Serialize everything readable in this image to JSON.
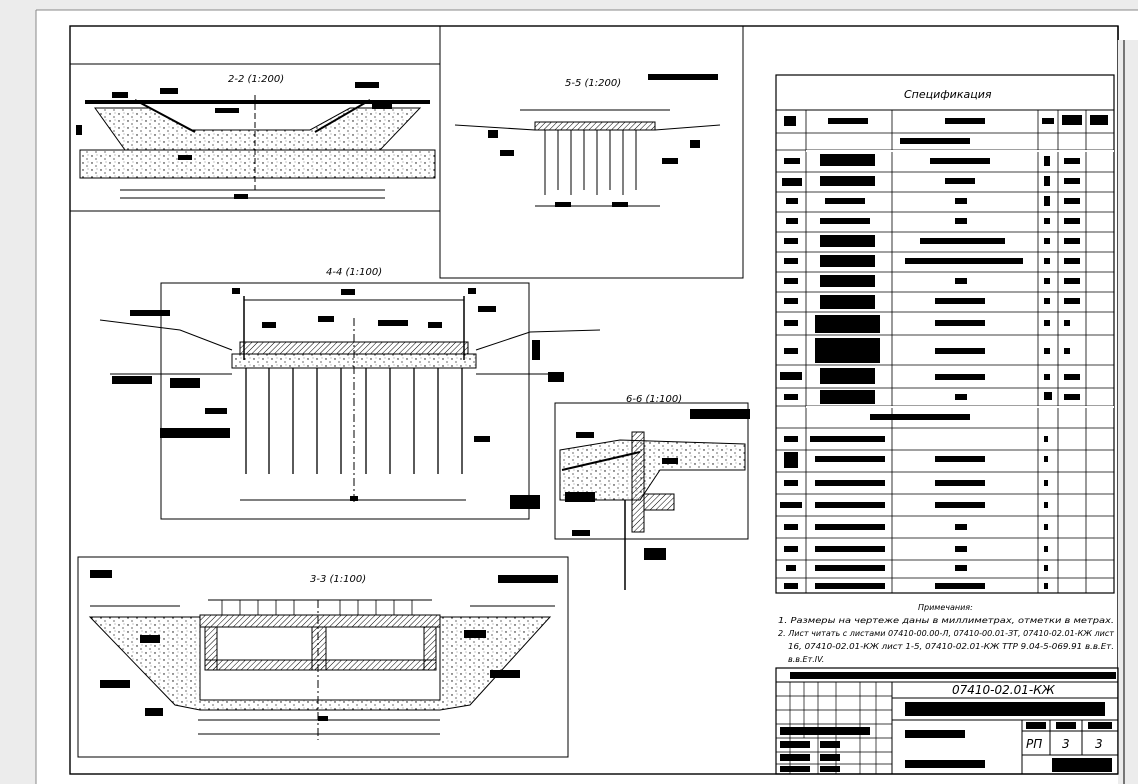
{
  "sections": {
    "s22": "2-2 (1:200)",
    "s55": "5-5 (1:200)",
    "s44": "4-4 (1:100)",
    "s66": "6-6 (1:100)",
    "s33": "3-3 (1:100)"
  },
  "spec": {
    "title": "Спецификация"
  },
  "notes": {
    "header": "Примечания:",
    "line1": "1. Размеры на чертеже даны в миллиметрах, отметки в метрах.",
    "line2": "2. Лист читать с листами 07410-00.00-Л, 07410-00.01-ЗТ, 07410-02.01-КЖ лист",
    "line3": "16, 07410-02.01-КЖ лист 1-5, 07410-02.01-КЖ ТТР 9.04-5-069.91 в.в.Ет.",
    "line4": "в.в.Ет.IV."
  },
  "stamp": {
    "code": "07410-02.01-КЖ",
    "stage": "РП",
    "sheet": "3",
    "sheets": "3"
  },
  "colors": {
    "background": "#ececec",
    "paper": "#ffffff",
    "ink": "#000000"
  }
}
